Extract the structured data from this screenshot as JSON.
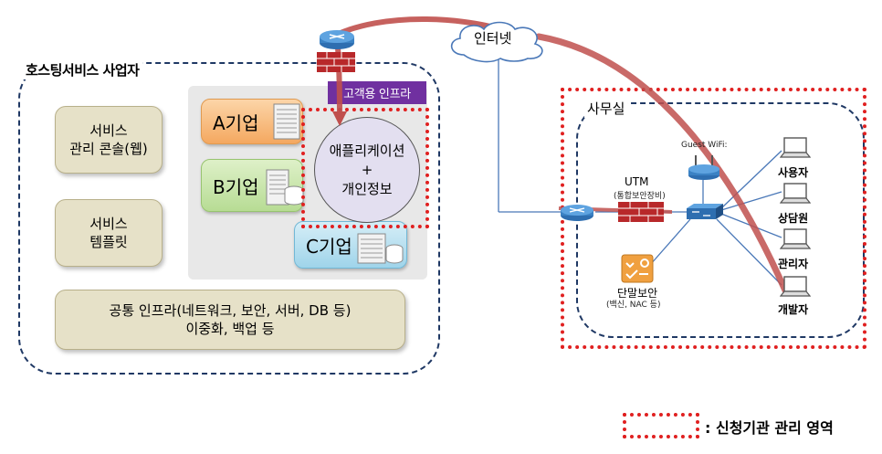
{
  "hosting": {
    "title": "호스팅서비스 사업자",
    "service_console": [
      "서비스",
      "관리 콘솔(웹)"
    ],
    "service_template": [
      "서비스",
      "템플릿"
    ],
    "common_infra": [
      "공통 인프라(네트워크, 보안, 서버, DB 등)",
      "이중화, 백업 등"
    ],
    "company_a": "A기업",
    "company_b": "B기업",
    "company_c": "C기업",
    "customer_infra": "고객용 인프라",
    "app_lines": [
      "애플리케이션",
      "+",
      "개인정보"
    ]
  },
  "internet": {
    "label": "인터넷"
  },
  "office": {
    "title": "사무실",
    "guest_wifi": "Guest WiFi:",
    "utm": "UTM",
    "utm_sub": "(통합보안장비)",
    "endpoint": "단말보안",
    "endpoint_sub": "(백신, NAC 등)",
    "users": [
      "사용자",
      "상담원",
      "관리자",
      "개발자"
    ]
  },
  "legend": {
    "label": ": 신청기관 관리 영역"
  },
  "colors": {
    "red_dotted": "#e02020",
    "navy_dashed": "#1f3864",
    "purple": "#7030a0",
    "route": "#c0504d"
  },
  "icons": [
    "router-icon",
    "firewall-icon",
    "cloud-icon",
    "server-icon",
    "database-icon",
    "wifi-ap-icon",
    "switch-icon",
    "laptop-icon",
    "endpoint-security-icon"
  ]
}
